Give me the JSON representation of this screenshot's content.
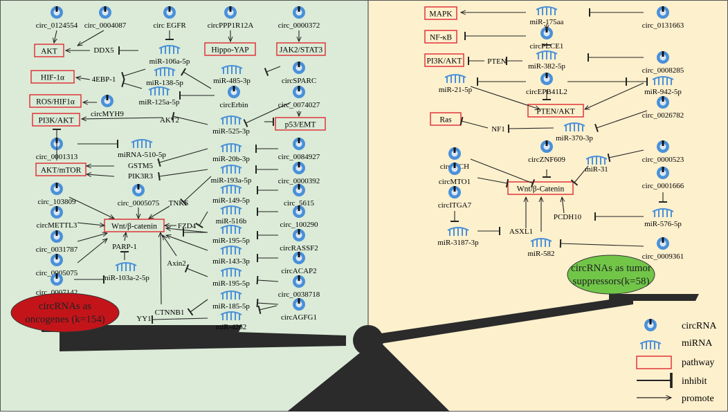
{
  "oncogene_label_1": "circRNAs as",
  "oncogene_label_2": "oncogenes (k=154)",
  "suppressor_label_1": "circRNAs as tumor",
  "suppressor_label_2": "suppressors(k=58)",
  "legend": {
    "circ": "circRNA",
    "mirna": "miRNA",
    "pathway": "pathway",
    "inhibit": "inhibit",
    "promote": "promote"
  },
  "colors": {
    "left_bg": "#dbebd7",
    "right_bg": "#fdf0cd",
    "pathway_box": "#e0343a",
    "circ_blue": "#4a90d9",
    "oncogene_fill": "#c3141a",
    "suppressor_fill": "#71c648",
    "scale": "#2b2b2b"
  },
  "left": {
    "circs": {
      "c0124554": "circ_0124554",
      "c0004087": "circ_0004087",
      "cEGFR": "circ EGFR",
      "cPPP1R12A": "circPPP1R12A",
      "c0000372": "circ_0000372",
      "cSPARC": "circSPARC",
      "cErbin": "circErbin",
      "cMYH9": "circMYH9",
      "c0074027": "circ_0074027",
      "c0001313": "circ_0001313",
      "c0084927": "circ_0084927",
      "c0000392": "circ_0000392",
      "c5615": "circ_5615",
      "c100290": "circ_100290",
      "cRASSF2": "circRASSF2",
      "cACAP2": "circACAP2",
      "c0038718": "circ_0038718",
      "cAGFG1": "circAGFG1",
      "c103809": "circ_103809",
      "c0005075a": "circ_0005075",
      "cMETTL3": "circMETTL3",
      "c0031787": "circ_0031787",
      "c0005075b": "circ_0005075",
      "c0007142": "circ_0007142"
    },
    "mirnas": {
      "m106a": "miR-106a-5p",
      "m138": "miR-138-5p",
      "m125a": "miR-125a-5p",
      "m485": "miR-485-3p",
      "m525": "miR-525-3p",
      "m510": "miRNA-510-5p",
      "m20b": "miR-20b-3p",
      "m193a": "miR-193a-5p",
      "m149": "miR-149-5p",
      "m516b": "miR-516b",
      "m195a": "miR-195-5p",
      "m143": "miR-143-3p",
      "m195b": "miR-195-5p",
      "m185": "miR-185-5p",
      "m4262": "miR-4262",
      "m103a": "miR-103a-2-5p"
    },
    "pathways": {
      "akt": "AKT",
      "hippo": "Hippo-YAP",
      "jak": "JAK2/STAT3",
      "hif": "HIF-1α",
      "ros": "ROS/HIF1α",
      "pi3k": "PI3K/AKT",
      "p53": "p53/EMT",
      "aktmtor": "AKT/mTOR",
      "wnt": "Wnt/β-catenin"
    },
    "genes": {
      "ddx5": "DDX5",
      "ebp1": "4EBP-1",
      "akt2": "AKT2",
      "gstm5": "GSTM5",
      "pik3r3": "PIK3R3",
      "tnks": "TNKS",
      "fzd4": "FZD4",
      "parp1": "PARP-1",
      "axin2": "Axin2",
      "ctnnb1": "CTNNB1",
      "yy1": "YY1"
    }
  },
  "right": {
    "circs": {
      "c0131663": "circ_0131663",
      "cPLCE1": "circPLCE1",
      "c0008285": "circ_0008285",
      "cEPB41L2": "circEPB41L2",
      "c0026782": "circ_0026782",
      "cITCH": "circITCH",
      "cZNF609": "circZNF609",
      "c0000523": "circ_0000523",
      "cMTO1": "circMTO1",
      "c0001666": "circ_0001666",
      "cITGA7": "circITGA7",
      "c0009361": "circ_0009361"
    },
    "mirnas": {
      "m175aa": "miR-175aa",
      "m382": "miR-382-5p",
      "m21": "miR-21-5p",
      "m942": "miR-942-5p",
      "m370": "miR-370-3p",
      "m31": "miR-31",
      "m576": "miR-576-5p",
      "m3187": "miR-3187-3p",
      "m582": "miR-582"
    },
    "pathways": {
      "mapk": "MAPK",
      "nfkb": "NF-κB",
      "pi3k": "PI3K/AKT",
      "pten": "PTEN/AKT",
      "ras": "Ras",
      "wnt": "Wnt/β-Catenin"
    },
    "genes": {
      "pten": "PTEN",
      "nf1": "NF1",
      "asxl1": "ASXL1",
      "pcdh10": "PCDH10"
    }
  }
}
